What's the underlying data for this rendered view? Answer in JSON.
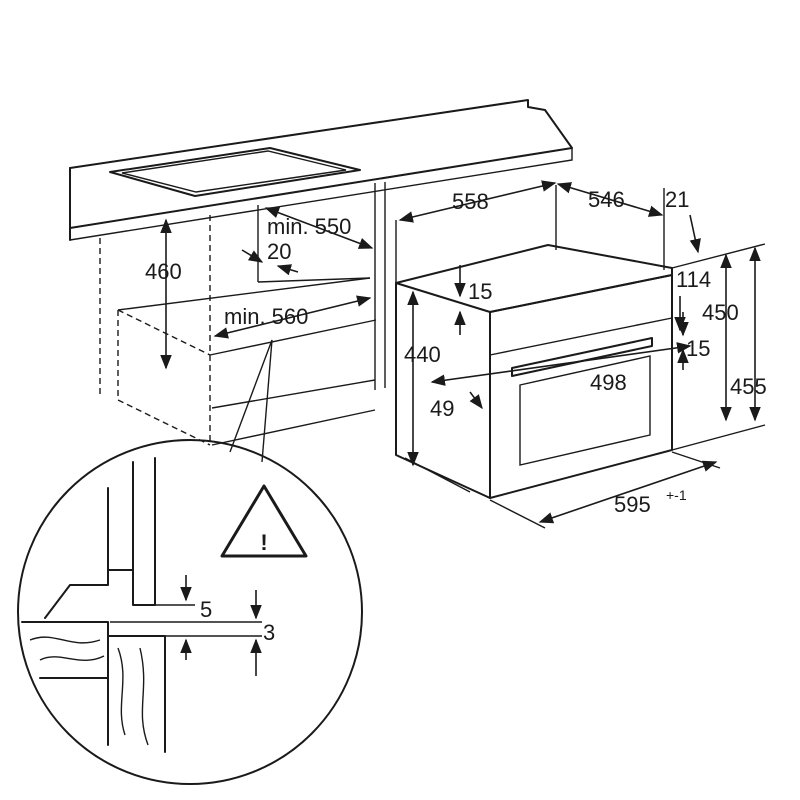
{
  "cabinet": {
    "depth_top": "558",
    "depth_back": "546",
    "offset_top": "21",
    "cutout_height": "460",
    "min_width_top": "min. 550",
    "gap_side": "20",
    "min_width_bottom": "min. 560"
  },
  "oven": {
    "height_front": "440",
    "panel_top": "15",
    "panel_height": "114",
    "front_gap": "15",
    "height_body": "450",
    "height_total": "455",
    "door_width": "498",
    "side_offset": "49",
    "width": "595",
    "width_tolerance": "+-1"
  },
  "detail": {
    "gap_a": "5",
    "gap_b": "3",
    "warning_symbol": "!"
  },
  "icons": {
    "warning": "warning-triangle-icon",
    "arrow": "dimension-arrow-icon"
  },
  "colors": {
    "line": "#1a1a1a",
    "background": "#ffffff"
  }
}
